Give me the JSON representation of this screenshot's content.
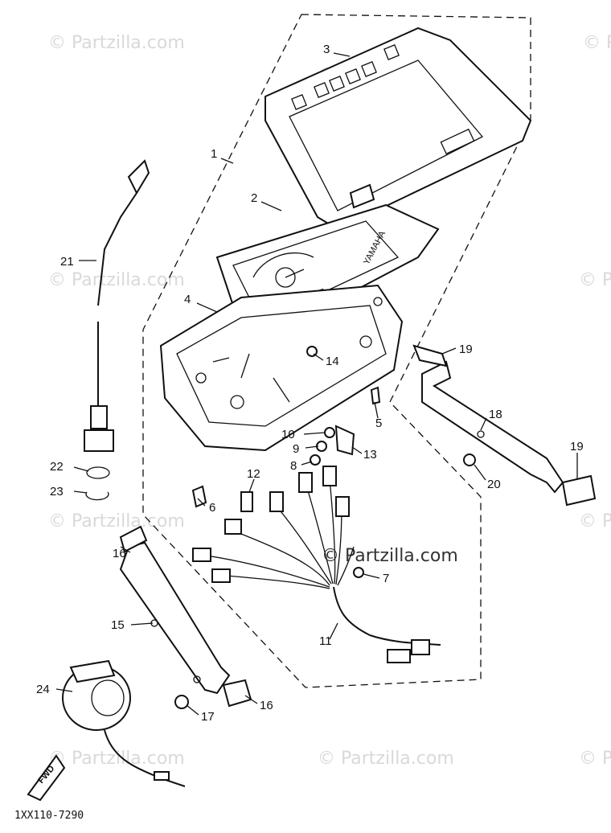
{
  "watermark": "© Partzilla.com",
  "diagram_code": "1XX110-7290",
  "brand_label": "YAMAHA",
  "fwd_label": "FWD",
  "callouts": [
    "1",
    "2",
    "3",
    "4",
    "5",
    "6",
    "7",
    "8",
    "9",
    "10",
    "11",
    "12",
    "13",
    "14",
    "15",
    "16",
    "16",
    "17",
    "18",
    "19",
    "19",
    "20",
    "21",
    "22",
    "23",
    "24"
  ]
}
